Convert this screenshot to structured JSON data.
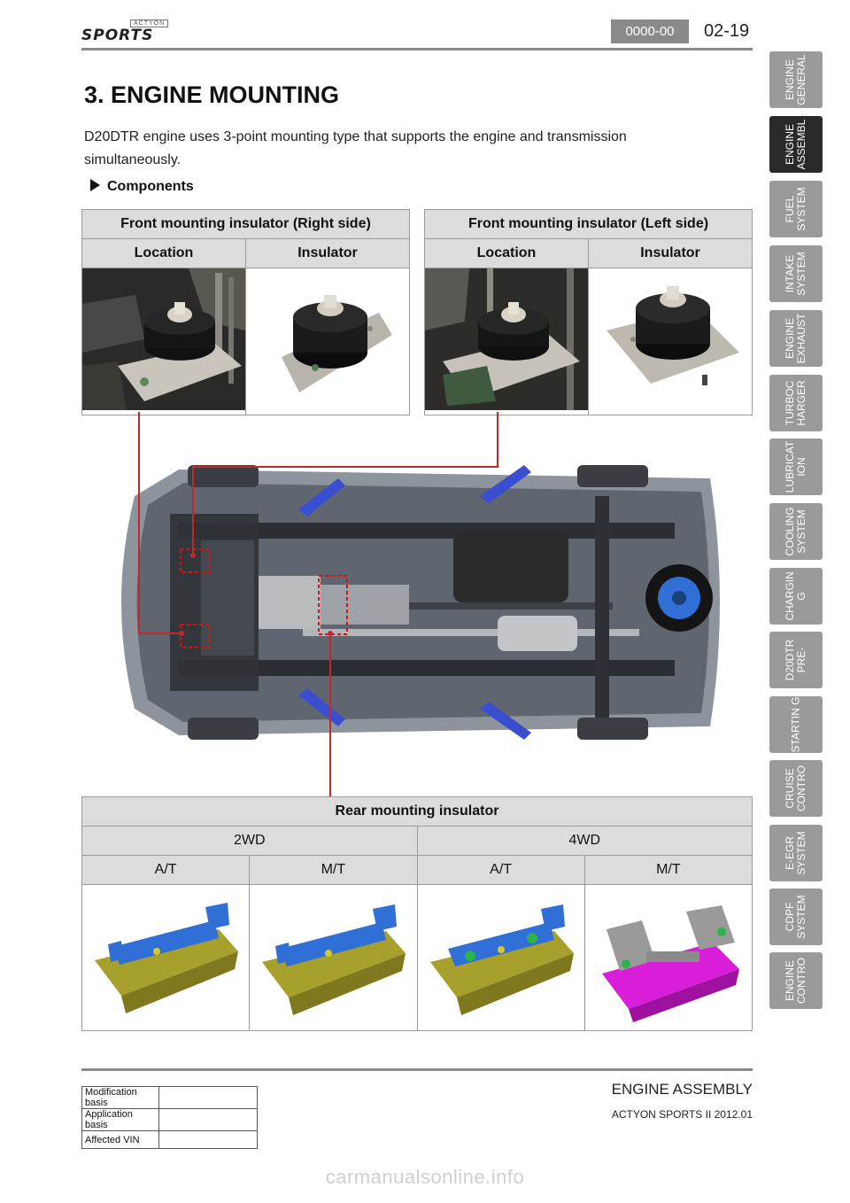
{
  "header": {
    "brand": "SPORTS",
    "model": "ACTYON",
    "code": "0000-00",
    "page": "02-19"
  },
  "title": "3. ENGINE MOUNTING",
  "intro": "D20DTR engine uses 3-point mounting type that supports the engine and transmission simultaneously.",
  "components_label": "Components",
  "front_right": {
    "title": "Front mounting insulator (Right side)",
    "col1": "Location",
    "col2": "Insulator"
  },
  "front_left": {
    "title": "Front mounting insulator (Left side)",
    "col1": "Location",
    "col2": "Insulator"
  },
  "rear": {
    "title": "Rear mounting insulator",
    "group1": "2WD",
    "group2": "4WD",
    "c1": "A/T",
    "c2": "M/T",
    "c3": "A/T",
    "c4": "M/T"
  },
  "colors": {
    "callout": "#c0282d",
    "tab_inactive": "#9a9a9a",
    "tab_active": "#2a2a2a",
    "bracket_blue": "#2f6fd6",
    "insulator_olive": "#a8a02c",
    "insulator_magenta": "#d81ed8"
  },
  "tabs": [
    {
      "label": "ENGINE GENERAL"
    },
    {
      "label": "ENGINE ASSEMBL"
    },
    {
      "label": "FUEL SYSTEM"
    },
    {
      "label": "INTAKE SYSTEM"
    },
    {
      "label": "ENGINE EXHAUST"
    },
    {
      "label": "TURBOC HARGER"
    },
    {
      "label": "LUBRICAT ION"
    },
    {
      "label": "COOLING SYSTEM"
    },
    {
      "label": "CHARGIN G"
    },
    {
      "label": "D20DTR PRE-"
    },
    {
      "label": "STARTIN G"
    },
    {
      "label": "CRUISE CONTRO"
    },
    {
      "label": "E-EGR SYSTEM"
    },
    {
      "label": "CDPF SYSTEM"
    },
    {
      "label": "ENGINE CONTRO"
    }
  ],
  "modification_table": {
    "row1": "Modification basis",
    "row2": "Application basis",
    "row3": "Affected VIN"
  },
  "footer": {
    "section": "ENGINE ASSEMBLY",
    "model": "ACTYON SPORTS II 2012.01"
  },
  "watermark": "carmanualsonline.info"
}
